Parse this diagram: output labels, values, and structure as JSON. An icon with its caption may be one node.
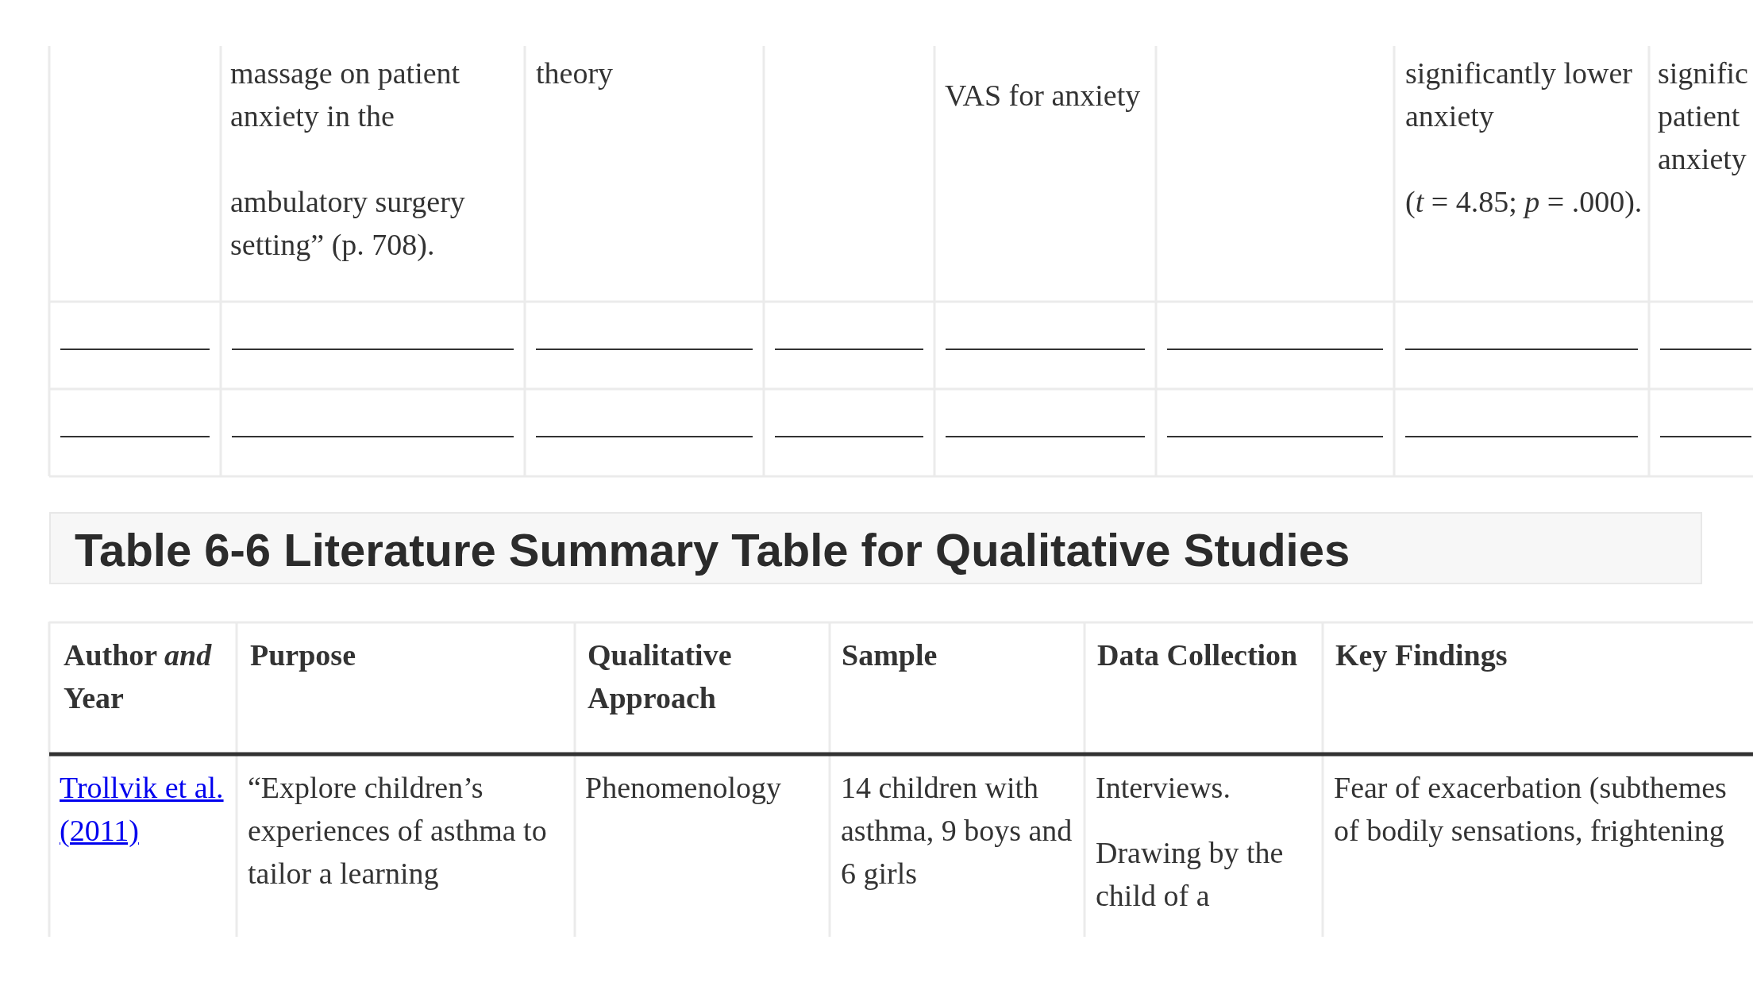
{
  "diagram": {
    "title": "Table 6-6 Literature Summary Table for Qualitative Studies",
    "labels": [
      "massage on patient anxiety in the",
      "ambulatory surgery setting” (p. 708).",
      "theory",
      "VAS for anxiety",
      "significantly lower anxiety",
      "(*t* = 4.85; *p* = .000).",
      "signific patient anxiety",
      "Author *and* Year",
      "Purpose",
      "Qualitative Approach",
      "Sample",
      "Data Collection",
      "Key Findings",
      "Trollvik et al. (2011)",
      "“Explore children’s experiences of asthma to tailor a learning",
      "Phenomenology",
      "14 children with asthma, 9 boys and 6 girls",
      "Interviews.",
      "Drawing by the child of a",
      "Fear of exacerbation (subthemes of bodily sensations, frightening"
    ]
  }
}
